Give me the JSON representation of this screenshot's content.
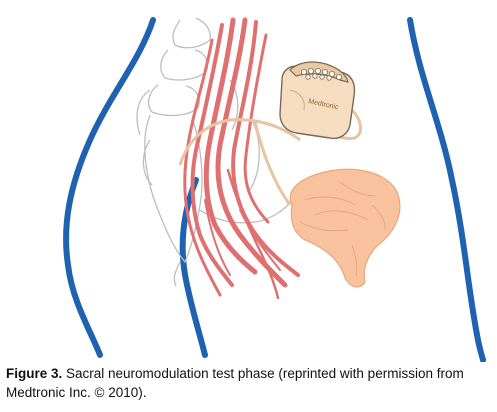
{
  "figure": {
    "caption_label": "Figure 3.",
    "caption_text": " Sacral neuromodulation test phase (reprinted with permission from Medtronic Inc. © 2010).",
    "device_brand": "Medtronic"
  },
  "colors": {
    "body_outline": "#1f62b0",
    "nerves": "#e07070",
    "device_body": "#f6dcc0",
    "device_header": "#e9c9a3",
    "bladder": "#f7c29d",
    "bones": "#bdbdbd"
  }
}
